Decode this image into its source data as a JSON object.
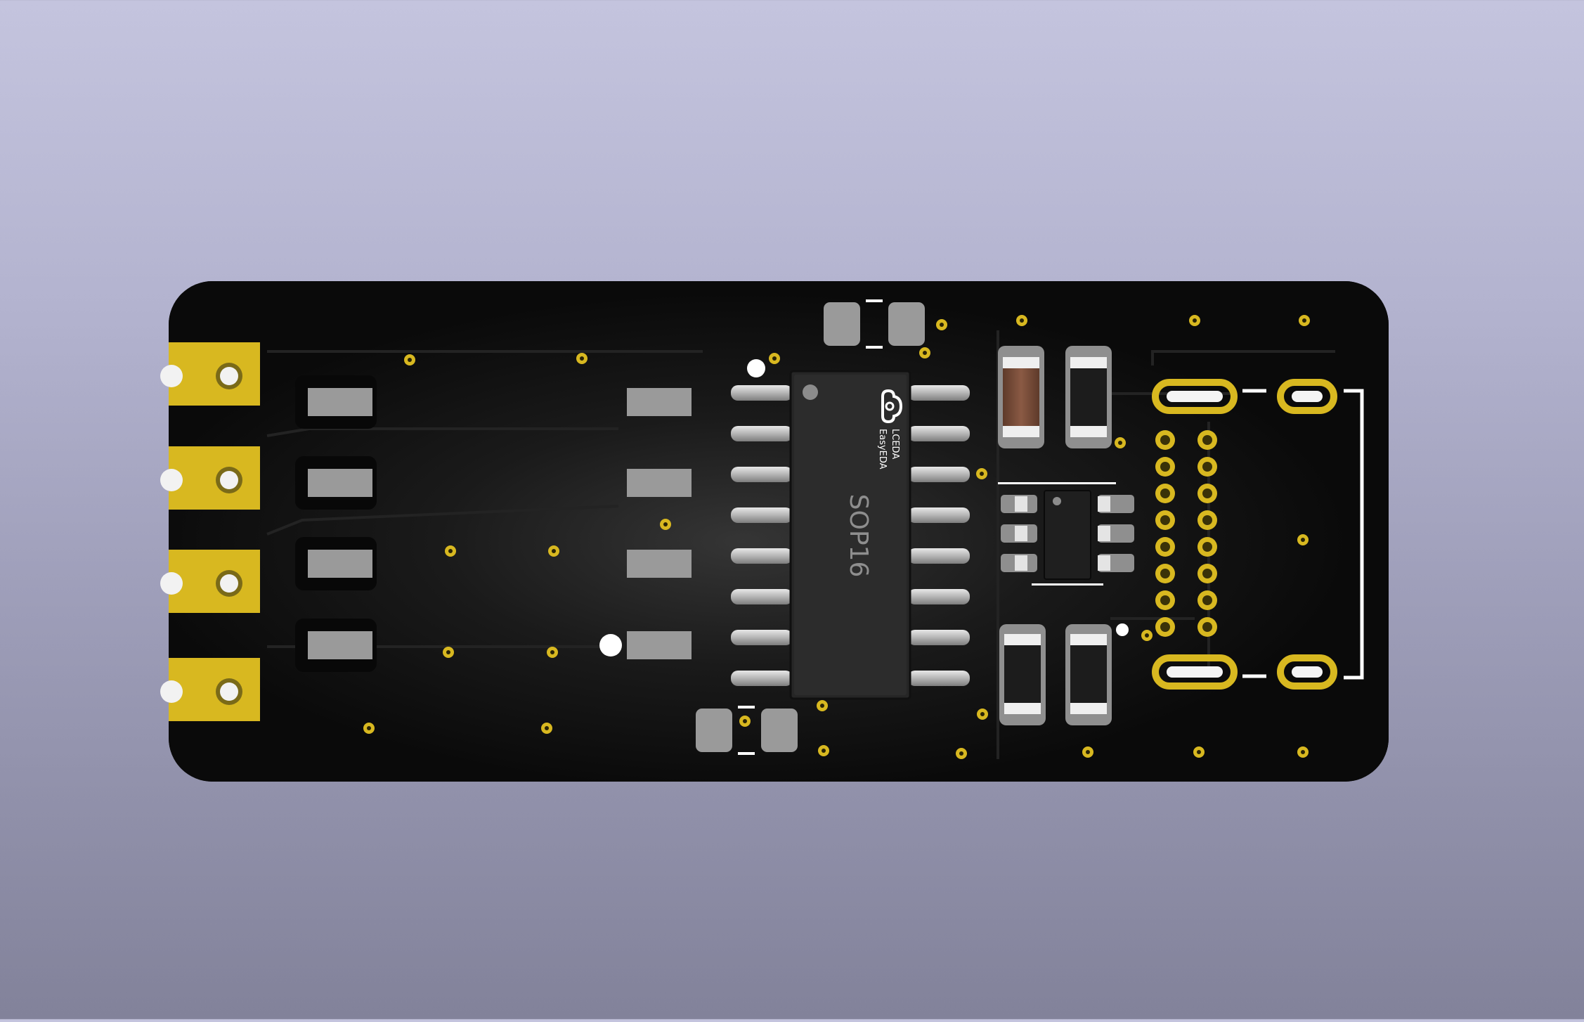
{
  "viewer": {
    "background_top": "#c4c4de",
    "background_bottom": "#82829a"
  },
  "board": {
    "color": "#0d0d0d",
    "copper_color": "#d8b820",
    "pad_color": "#9a9a9a",
    "silkscreen_color": "#ffffff"
  },
  "ic_main": {
    "package_label": "SOP16",
    "logo_line1": "LCEDA",
    "logo_line2": "EasyEDA",
    "logo_icon": "cloud-logo-icon",
    "pin_count": 16
  },
  "ic_small": {
    "pin_count": 6
  },
  "header": {
    "pin_count": 16
  }
}
